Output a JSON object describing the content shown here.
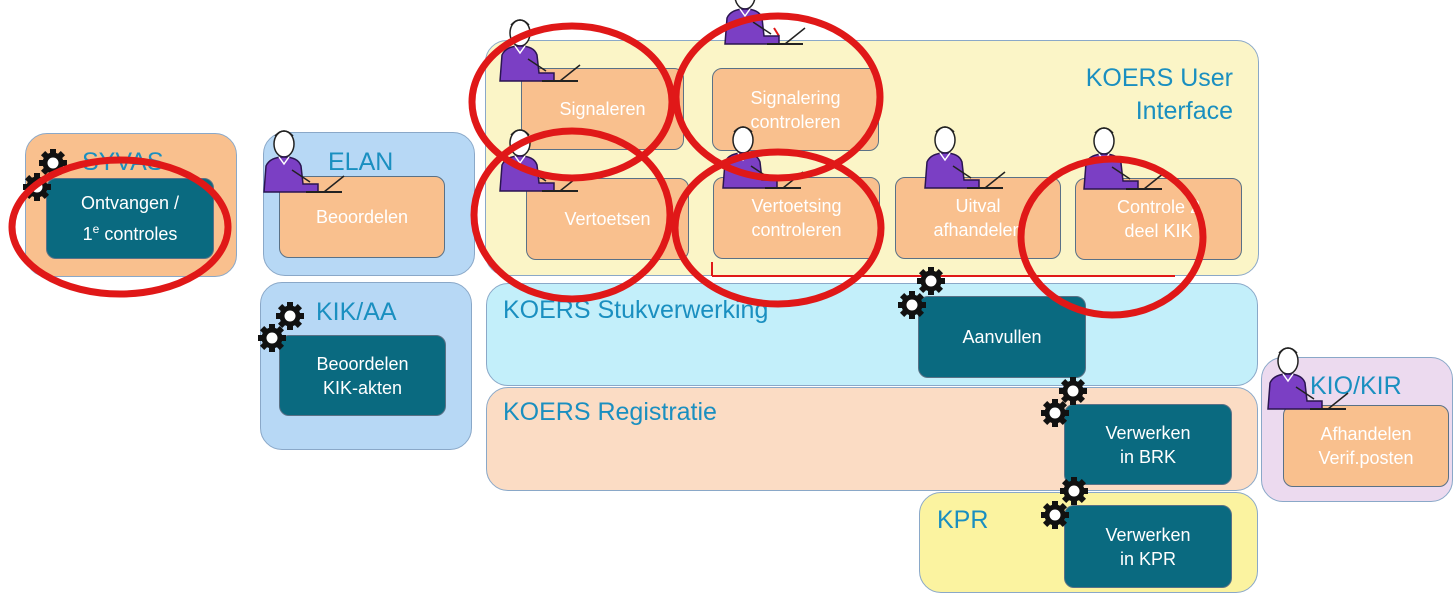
{
  "regions": {
    "syvas": "SYVAS",
    "elan": "ELAN",
    "kik_aa": "KIK/AA",
    "koers_ui": "KOERS User\nInterface",
    "koers_stuk": "KOERS Stukverwerking",
    "koers_reg": "KOERS Registratie",
    "kpr": "KPR",
    "kio_kir": "KIO/KIR"
  },
  "tasks": {
    "ontvangen_main": "Ontvangen /",
    "ontvangen_prefix": "1",
    "ontvangen_sup": "e",
    "ontvangen_suffix": " controles",
    "beoordelen": "Beoordelen",
    "beoordelen_kik": "Beoordelen\nKIK-akten",
    "signaleren": "Signaleren",
    "signalering_controleren": "Signalering\ncontroleren",
    "vertoetsen": "Vertoetsen",
    "vertoetsing_controleren": "Vertoetsing\ncontroleren",
    "uitval_afhandelen": "Uitval\nafhandelen",
    "controle_2": "Controle 2\ndeel KIK",
    "aanvullen": "Aanvullen",
    "verwerken_brk": "Verwerken\nin BRK",
    "verwerken_kpr": "Verwerken\nin KPR",
    "afhandelen_verif": "Afhandelen\nVerif.posten"
  },
  "colors": {
    "region_title": "#1a8fc0",
    "orange_task": "#f9c08e",
    "teal_task": "#0a6a80",
    "highlight_circle": "#e01818",
    "person_purple": "#7b3fc4"
  },
  "icons": [
    "person-at-laptop-icon",
    "gear-icon",
    "red-circle-highlight"
  ]
}
